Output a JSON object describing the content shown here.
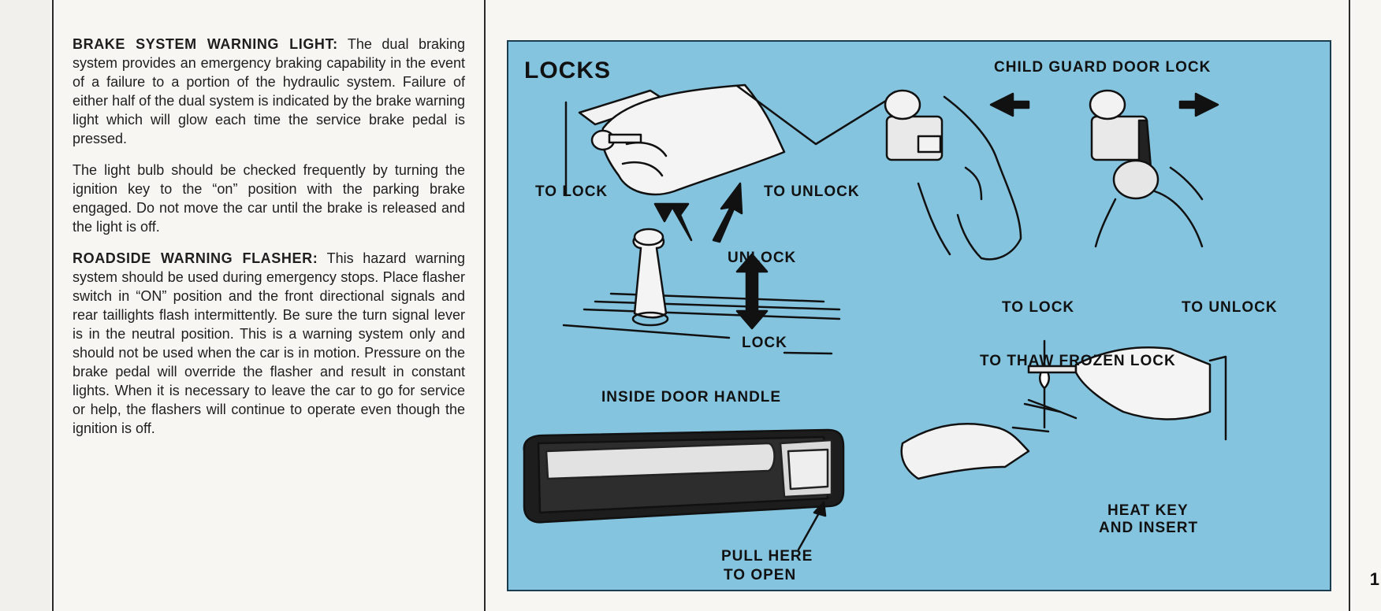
{
  "left_text": {
    "p1_heading": "BRAKE SYSTEM WARNING LIGHT:",
    "p1_body": "The dual braking system provides an emergency braking capability in the event of a failure to a portion of the hydraulic system. Failure of either half of the dual system is indicated by the brake warning light which will glow each time the service brake pedal is pressed.",
    "p2_body": "The light bulb should be checked frequently by turning the ignition key to the “on” position with the parking brake engaged. Do not move the car until the brake is released and the light is off.",
    "p3_heading": "ROADSIDE WARNING FLASHER:",
    "p3_body": "This hazard warning system should be used during emergency stops. Place flasher switch in “ON” position and the front directional signals and rear taillights flash intermittently. Be sure the turn signal lever is in the neutral position. This is a warning system only and should not be used when the car is in motion. Pressure on the brake pedal will override the flasher and result in constant lights. When it is necessary to leave the car to go for service or help, the flashers will continue to operate even though the ignition is off."
  },
  "panel": {
    "title": "LOCKS",
    "key_to_lock": "TO LOCK",
    "key_to_unlock": "TO UNLOCK",
    "knob_unlock": "UNLOCK",
    "knob_lock": "LOCK",
    "inside_handle": "INSIDE DOOR HANDLE",
    "pull_here_1": "PULL HERE",
    "pull_here_2": "TO OPEN",
    "child_guard": "CHILD GUARD DOOR LOCK",
    "child_to_lock": "TO LOCK",
    "child_to_unlock": "TO UNLOCK",
    "thaw": "TO THAW FROZEN LOCK",
    "heat_key_1": "HEAT KEY",
    "heat_key_2": "AND INSERT"
  },
  "page_number": "1",
  "colors": {
    "panel_bg": "#85c4df",
    "paper": "#f7f6f3",
    "ink": "#111111"
  }
}
